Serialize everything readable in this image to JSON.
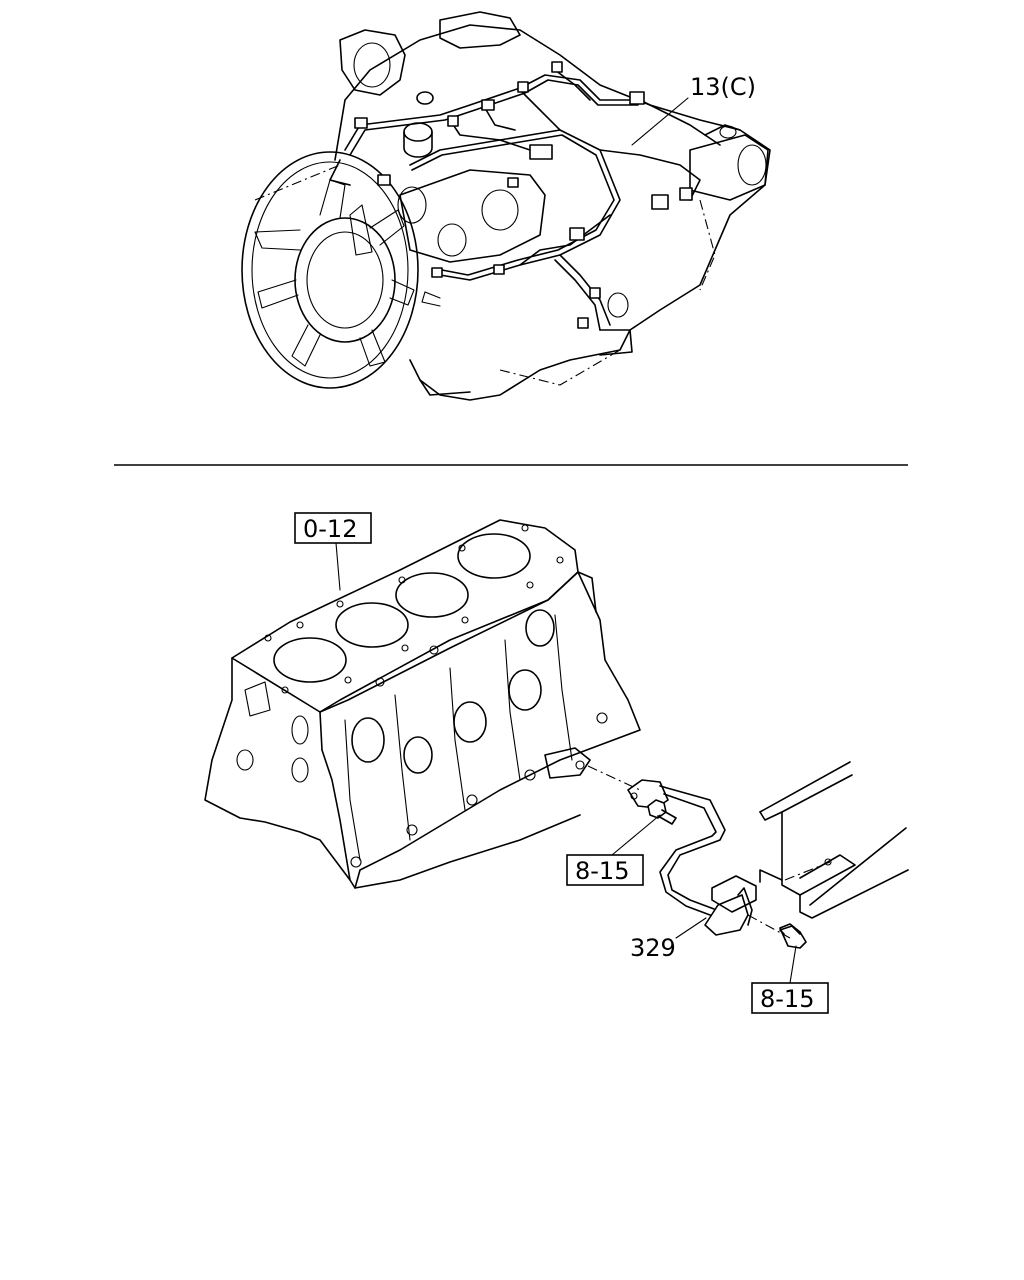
{
  "callouts": {
    "harness_ref": "13(C)",
    "block_ref": "0-12",
    "bolt_ref_upper": "8-15",
    "bolt_ref_lower": "8-15",
    "sensor_part": "329"
  }
}
